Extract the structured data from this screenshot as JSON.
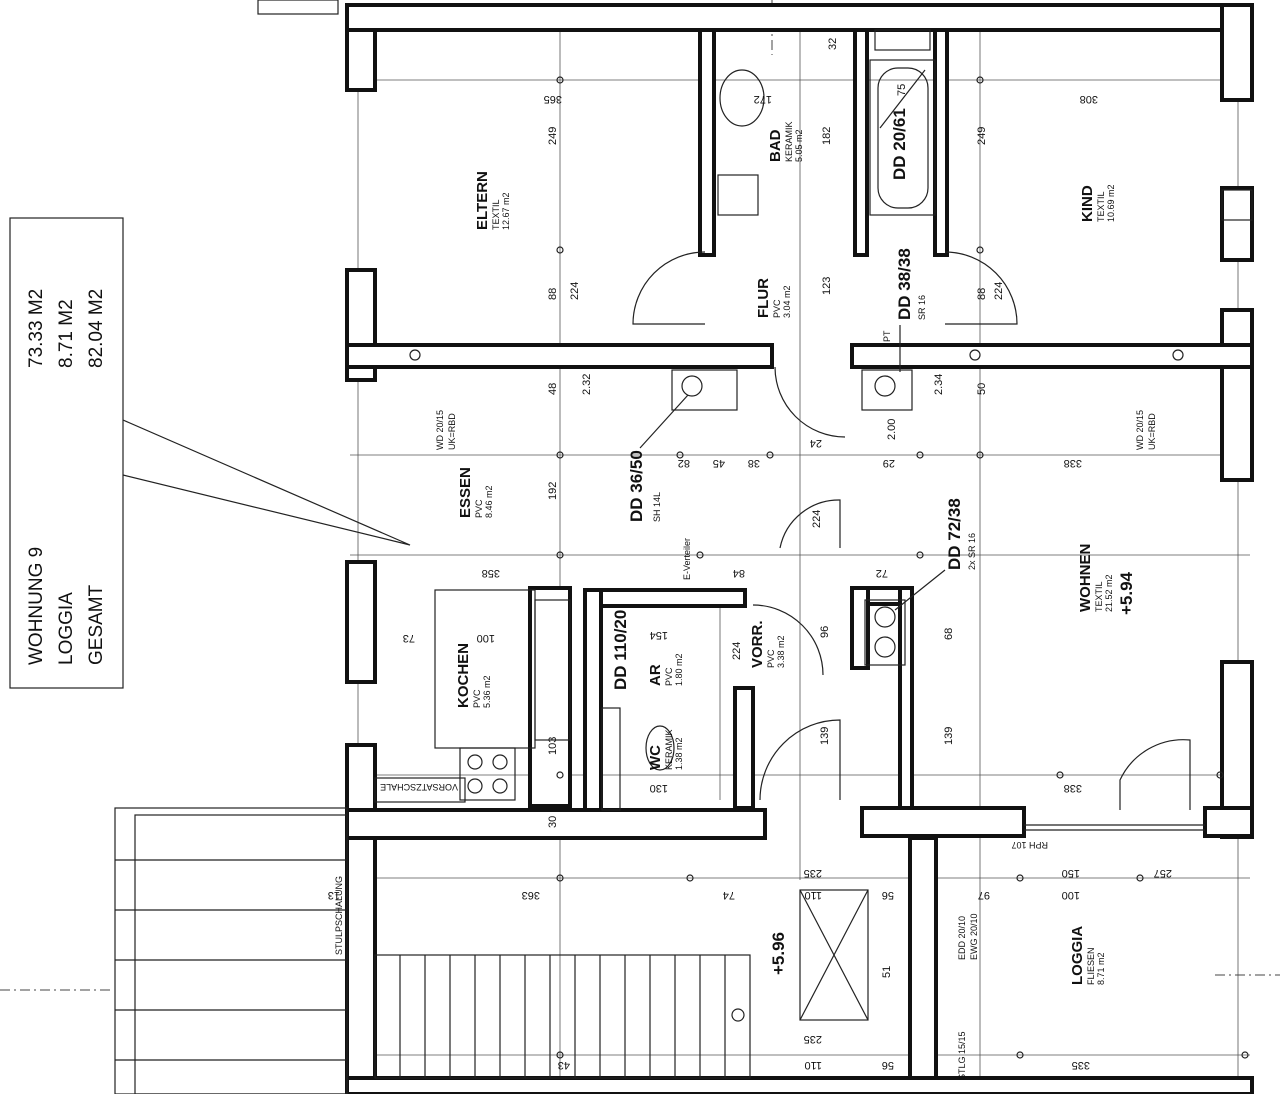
{
  "summary": {
    "rows": [
      {
        "label": "WOHNUNG 9",
        "value": "73.33 M2"
      },
      {
        "label": "LOGGIA",
        "value": "8.71 M2"
      },
      {
        "label": "GESAMT",
        "value": "82.04 M2"
      }
    ]
  },
  "rooms": [
    {
      "id": "eltern",
      "name": "ELTERN",
      "floor": "TEXTIL",
      "area": "12.67 m2"
    },
    {
      "id": "bad",
      "name": "BAD",
      "floor": "KERAMIK",
      "area": "5.05 m2"
    },
    {
      "id": "kind",
      "name": "KIND",
      "floor": "TEXTIL",
      "area": "10.69 m2"
    },
    {
      "id": "flur",
      "name": "FLUR",
      "floor": "PVC",
      "area": "3.04 m2"
    },
    {
      "id": "essen",
      "name": "ESSEN",
      "floor": "PVC",
      "area": "8.46 m2"
    },
    {
      "id": "wohnen",
      "name": "WOHNEN",
      "floor": "TEXTIL",
      "area": "21.52 m2"
    },
    {
      "id": "kochen",
      "name": "KOCHEN",
      "floor": "PVC",
      "area": "5.36 m2"
    },
    {
      "id": "ar",
      "name": "AR",
      "floor": "PVC",
      "area": "1.80 m2"
    },
    {
      "id": "vorr",
      "name": "VORR.",
      "floor": "PVC",
      "area": "3.38 m2"
    },
    {
      "id": "wc",
      "name": "WC",
      "floor": "KERAMIK",
      "area": "1.38 m2"
    },
    {
      "id": "loggia",
      "name": "LOGGIA",
      "floor": "FLIESEN",
      "area": "8.71 m2"
    }
  ],
  "ducts": {
    "dd_20_61": "DD 20/61",
    "dd_38_38": "DD 38/38",
    "dd_38_38_sub": "SR 16",
    "dd_36_50": "DD 36/50",
    "dd_36_50_sub": "SH 14L",
    "dd_72_38": "DD 72/38",
    "dd_72_38_sub": "2x SR 16",
    "dd_110_20": "DD 110/20"
  },
  "levels": {
    "wohnen": "+5.94",
    "stair": "+5.96"
  },
  "notes": {
    "wd_left": "WD 20/15",
    "uk_left": "UK=RBD",
    "wd_right": "WD 20/15",
    "uk_right": "UK=RBD",
    "vorsatzschale": "VORSATZSCHALE",
    "stulpschalung": "STULPSCHALUNG",
    "e_verteiler": "E-Verteiler",
    "edd": "EDD 20/10",
    "ewg": "EWG 20/10",
    "stlg": "STLG 15/15",
    "rph": "RPH 107",
    "pt": "PT"
  },
  "dims": {
    "d365": "365",
    "d172": "172",
    "d308": "308",
    "d32": "32",
    "d75": "75",
    "d249a": "249",
    "d249b": "249",
    "d182": "182",
    "d224a": "224",
    "d224b": "224",
    "d88a": "88",
    "d88b": "88",
    "d123": "123",
    "d48": "48",
    "d192": "192",
    "d358": "358",
    "d338a": "338",
    "d338b": "338",
    "d224c": "224",
    "d224d": "224",
    "d84": "84",
    "d72": "72",
    "d154": "154",
    "d96": "96",
    "d68": "68",
    "d139a": "139",
    "d139b": "139",
    "d103": "103",
    "d130": "130",
    "d30": "30",
    "d73": "73",
    "d100a": "100",
    "d363": "363",
    "d74": "74",
    "d235a": "235",
    "d235b": "235",
    "d110a": "110",
    "d110b": "110",
    "d56a": "56",
    "d56b": "56",
    "d51": "51",
    "d150": "150",
    "d257": "257",
    "d100b": "100",
    "d97": "97",
    "d335": "335",
    "d13": "13",
    "d43": "43",
    "d82": "82",
    "d50": "50",
    "d234": "2.34",
    "d200": "2.00",
    "d232": "2.32",
    "d45": "45",
    "d38": "38",
    "d29": "29",
    "d24": "24"
  },
  "colors": {
    "line": "#111111",
    "background": "#ffffff"
  }
}
